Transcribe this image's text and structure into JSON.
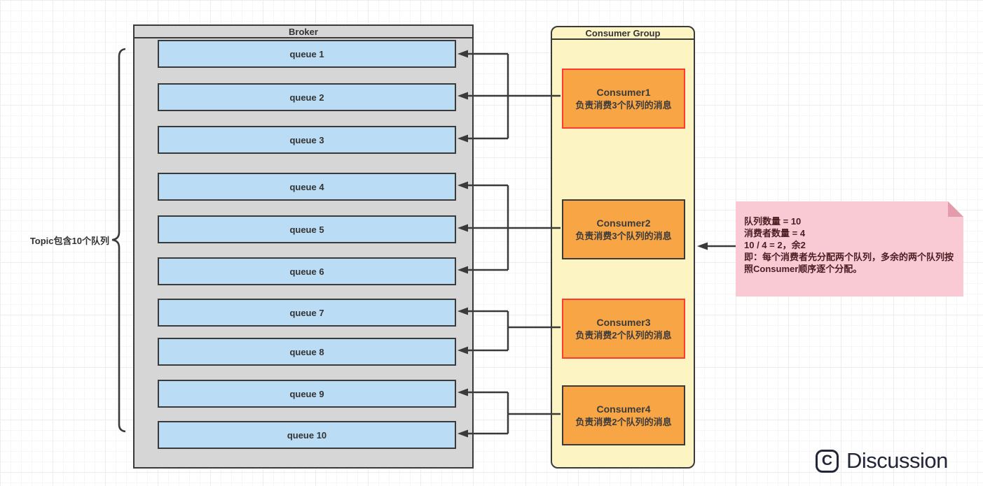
{
  "diagram": {
    "topic_label": "Topic包含10个队列",
    "broker": {
      "title": "Broker",
      "queues": [
        "queue 1",
        "queue 2",
        "queue 3",
        "queue 4",
        "queue 5",
        "queue 6",
        "queue 7",
        "queue 8",
        "queue 9",
        "queue 10"
      ]
    },
    "consumer_group": {
      "title": "Consumer Group",
      "consumers": [
        {
          "name": "Consumer1",
          "desc": "负责消费3个队列的消息",
          "border_color": "#ff3b30"
        },
        {
          "name": "Consumer2",
          "desc": "负责消费3个队列的消息",
          "border_color": "#3a3a3a"
        },
        {
          "name": "Consumer3",
          "desc": "负责消费2个队列的消息",
          "border_color": "#ff3b30"
        },
        {
          "name": "Consumer4",
          "desc": "负责消费2个队列的消息",
          "border_color": "#3a3a3a"
        }
      ]
    },
    "note": {
      "lines": [
        "队列数量 = 10",
        "消费者数量 = 4",
        "10 / 4 = 2，余2",
        "即：每个消费者先分配两个队列，多余的两个队列按照Consumer顺序逐个分配。"
      ]
    }
  },
  "watermark": {
    "icon_letter": "C",
    "label": "Discussion"
  },
  "colors": {
    "queue_fill": "#bbdcf5",
    "broker_fill": "#d6d6d6",
    "group_fill": "#fcf4c3",
    "consumer_fill": "#f8a546",
    "note_fill": "#f9cad4",
    "note_fold": "#e29cab",
    "note_text": "#4d1c22",
    "line": "#3a3a3a",
    "red_border": "#ff3b30",
    "logo": "#212639"
  }
}
